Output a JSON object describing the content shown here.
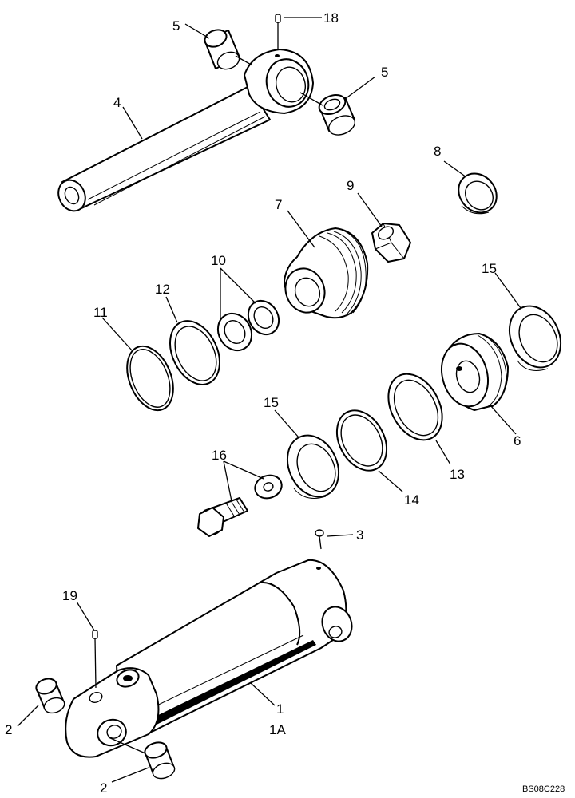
{
  "callouts": [
    {
      "id": "c-1",
      "text": "1"
    },
    {
      "id": "c-1A",
      "text": "1A"
    },
    {
      "id": "c-2a",
      "text": "2"
    },
    {
      "id": "c-2b",
      "text": "2"
    },
    {
      "id": "c-3",
      "text": "3"
    },
    {
      "id": "c-4",
      "text": "4"
    },
    {
      "id": "c-5a",
      "text": "5"
    },
    {
      "id": "c-5b",
      "text": "5"
    },
    {
      "id": "c-6",
      "text": "6"
    },
    {
      "id": "c-7",
      "text": "7"
    },
    {
      "id": "c-8",
      "text": "8"
    },
    {
      "id": "c-9",
      "text": "9"
    },
    {
      "id": "c-10",
      "text": "10"
    },
    {
      "id": "c-11",
      "text": "11"
    },
    {
      "id": "c-12",
      "text": "12"
    },
    {
      "id": "c-13",
      "text": "13"
    },
    {
      "id": "c-14",
      "text": "14"
    },
    {
      "id": "c-15a",
      "text": "15"
    },
    {
      "id": "c-15b",
      "text": "15"
    },
    {
      "id": "c-16",
      "text": "16"
    },
    {
      "id": "c-18",
      "text": "18"
    },
    {
      "id": "c-19",
      "text": "19"
    }
  ],
  "figure_code": "BS08C228"
}
